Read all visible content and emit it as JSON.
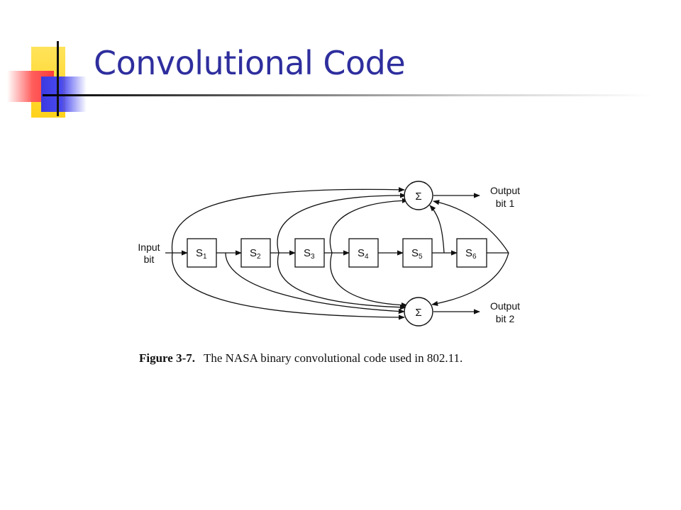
{
  "slide": {
    "title": "Convolutional Code",
    "title_color": "#2e2e9e",
    "accent_colors": {
      "yellow": "#ffd21a",
      "red": "#ff3b3b",
      "blue": "#3a3ae0"
    }
  },
  "diagram": {
    "input_label": [
      "Input",
      "bit"
    ],
    "output_1_label": [
      "Output",
      "bit 1"
    ],
    "output_2_label": [
      "Output",
      "bit 2"
    ],
    "sum_symbol": "Σ",
    "registers": [
      {
        "name": "S",
        "sub": "1"
      },
      {
        "name": "S",
        "sub": "2"
      },
      {
        "name": "S",
        "sub": "3"
      },
      {
        "name": "S",
        "sub": "4"
      },
      {
        "name": "S",
        "sub": "5"
      },
      {
        "name": "S",
        "sub": "6"
      }
    ],
    "caption": {
      "label": "Figure 3-7.",
      "text": "The NASA binary convolutional code used in 802.11."
    }
  }
}
